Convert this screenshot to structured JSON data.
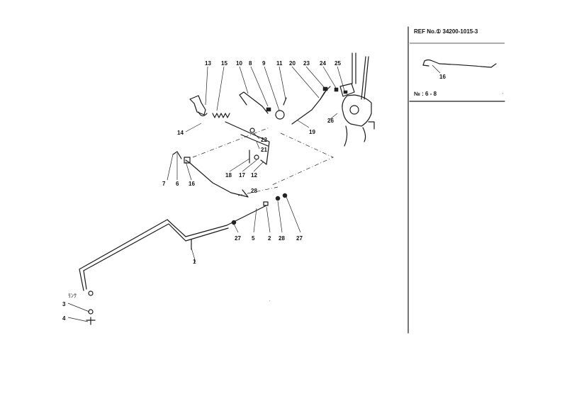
{
  "ref_note": "REF No.① 34200-1015-3",
  "inset_range": "№ : 6 - 8",
  "inset_part_label": "16",
  "callouts": {
    "c13": "13",
    "c15": "15",
    "c10": "10",
    "c8": "8",
    "c9": "9",
    "c11": "11",
    "c20": "20",
    "c23": "23",
    "c24": "24",
    "c25": "25",
    "c26": "26",
    "c19": "19",
    "c14": "14",
    "c22": "22",
    "c21": "21",
    "c18": "18",
    "c17": "17",
    "c12": "12",
    "c7": "7",
    "c6": "6",
    "c16": "16",
    "c28a": "28",
    "c27a": "27",
    "c5": "5",
    "c2": "2",
    "c28b": "28",
    "c27b": "27",
    "c1": "1",
    "c3": "3",
    "c4": "4"
  },
  "handwritten_marks": "リンク"
}
